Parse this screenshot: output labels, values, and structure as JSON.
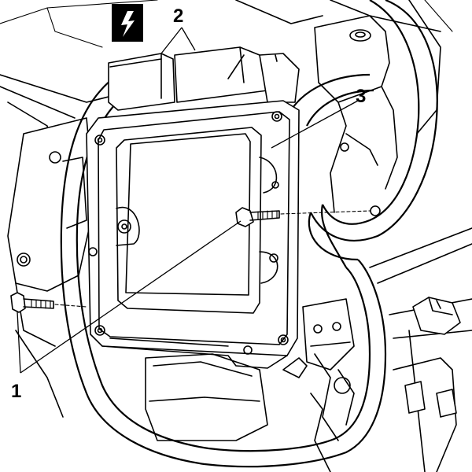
{
  "figure": {
    "warning_symbol": "lightning-bolt-icon",
    "callouts": [
      {
        "id": "c1",
        "label": "1"
      },
      {
        "id": "c2",
        "label": "2"
      },
      {
        "id": "c3",
        "label": "3"
      }
    ]
  }
}
